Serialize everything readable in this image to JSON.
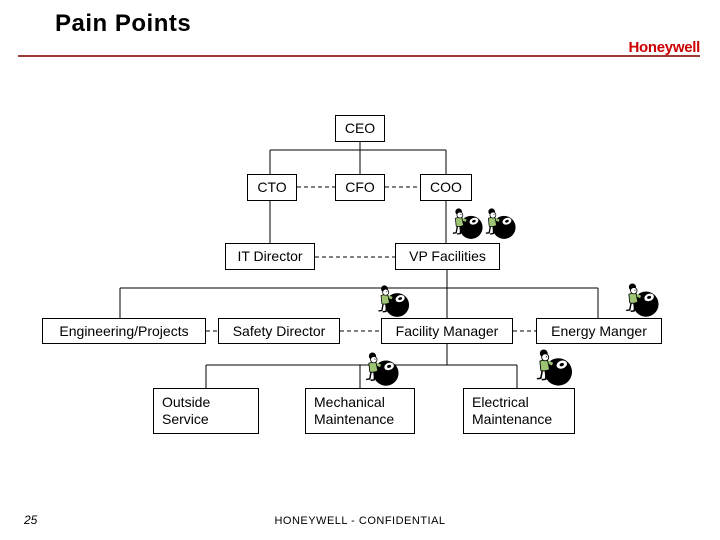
{
  "slide": {
    "title": "Pain Points",
    "logo_text": "Honeywell",
    "footer": {
      "slide_number": "25",
      "center_text": "HONEYWELL - CONFIDENTIAL"
    },
    "colors": {
      "brand_red": "#cc0000",
      "divider_red": "#9e3a35",
      "box_border": "#000000",
      "box_fill": "#ffffff",
      "pain_icon_green": "#9cc473",
      "pain_icon_black": "#000000"
    }
  },
  "org_chart": {
    "type": "org-hierarchy-diagram",
    "nodes": {
      "ceo": "CEO",
      "cto": "CTO",
      "cfo": "CFO",
      "coo": "COO",
      "it_director": "IT Director",
      "vp_facilities": "VP Facilities",
      "engineering_projects": "Engineering/Projects",
      "safety_director": "Safety Director",
      "facility_manager": "Facility Manager",
      "energy_manager": "Energy Manger",
      "outside_service": "Outside Service",
      "mechanical_maintenance": "Mechanical Maintenance",
      "electrical_maintenance": "Electrical Maintenance"
    },
    "solid_reporting_lines": [
      [
        "CEO",
        "CTO"
      ],
      [
        "CEO",
        "CFO"
      ],
      [
        "CEO",
        "COO"
      ],
      [
        "CTO",
        "IT Director"
      ],
      [
        "COO",
        "VP Facilities"
      ],
      [
        "VP Facilities",
        "Engineering/Projects"
      ],
      [
        "VP Facilities",
        "Facility Manager"
      ],
      [
        "VP Facilities",
        "Energy Manger"
      ],
      [
        "Facility Manager",
        "Outside Service"
      ],
      [
        "Facility Manager",
        "Mechanical Maintenance"
      ],
      [
        "Facility Manager",
        "Electrical Maintenance"
      ]
    ],
    "dashed_links": [
      [
        "CTO",
        "CFO"
      ],
      [
        "CFO",
        "COO"
      ],
      [
        "IT Director",
        "VP Facilities"
      ],
      [
        "Engineering/Projects",
        "Safety Director"
      ],
      [
        "Safety Director",
        "Facility Manager"
      ],
      [
        "Facility Manager",
        "Energy Manger"
      ]
    ],
    "pain_markers": [
      {
        "icon": "bomb-pusher-icon",
        "near": "VP Facilities",
        "count": 2
      },
      {
        "icon": "bomb-pusher-icon",
        "near": "Facility Manager",
        "count": 1
      },
      {
        "icon": "bomb-pusher-icon",
        "near": "Energy Manger",
        "count": 1
      },
      {
        "icon": "bomb-pusher-icon",
        "near": "Mechanical Maintenance",
        "count": 1
      },
      {
        "icon": "bomb-pusher-icon",
        "near": "Electrical Maintenance",
        "count": 1
      }
    ]
  }
}
